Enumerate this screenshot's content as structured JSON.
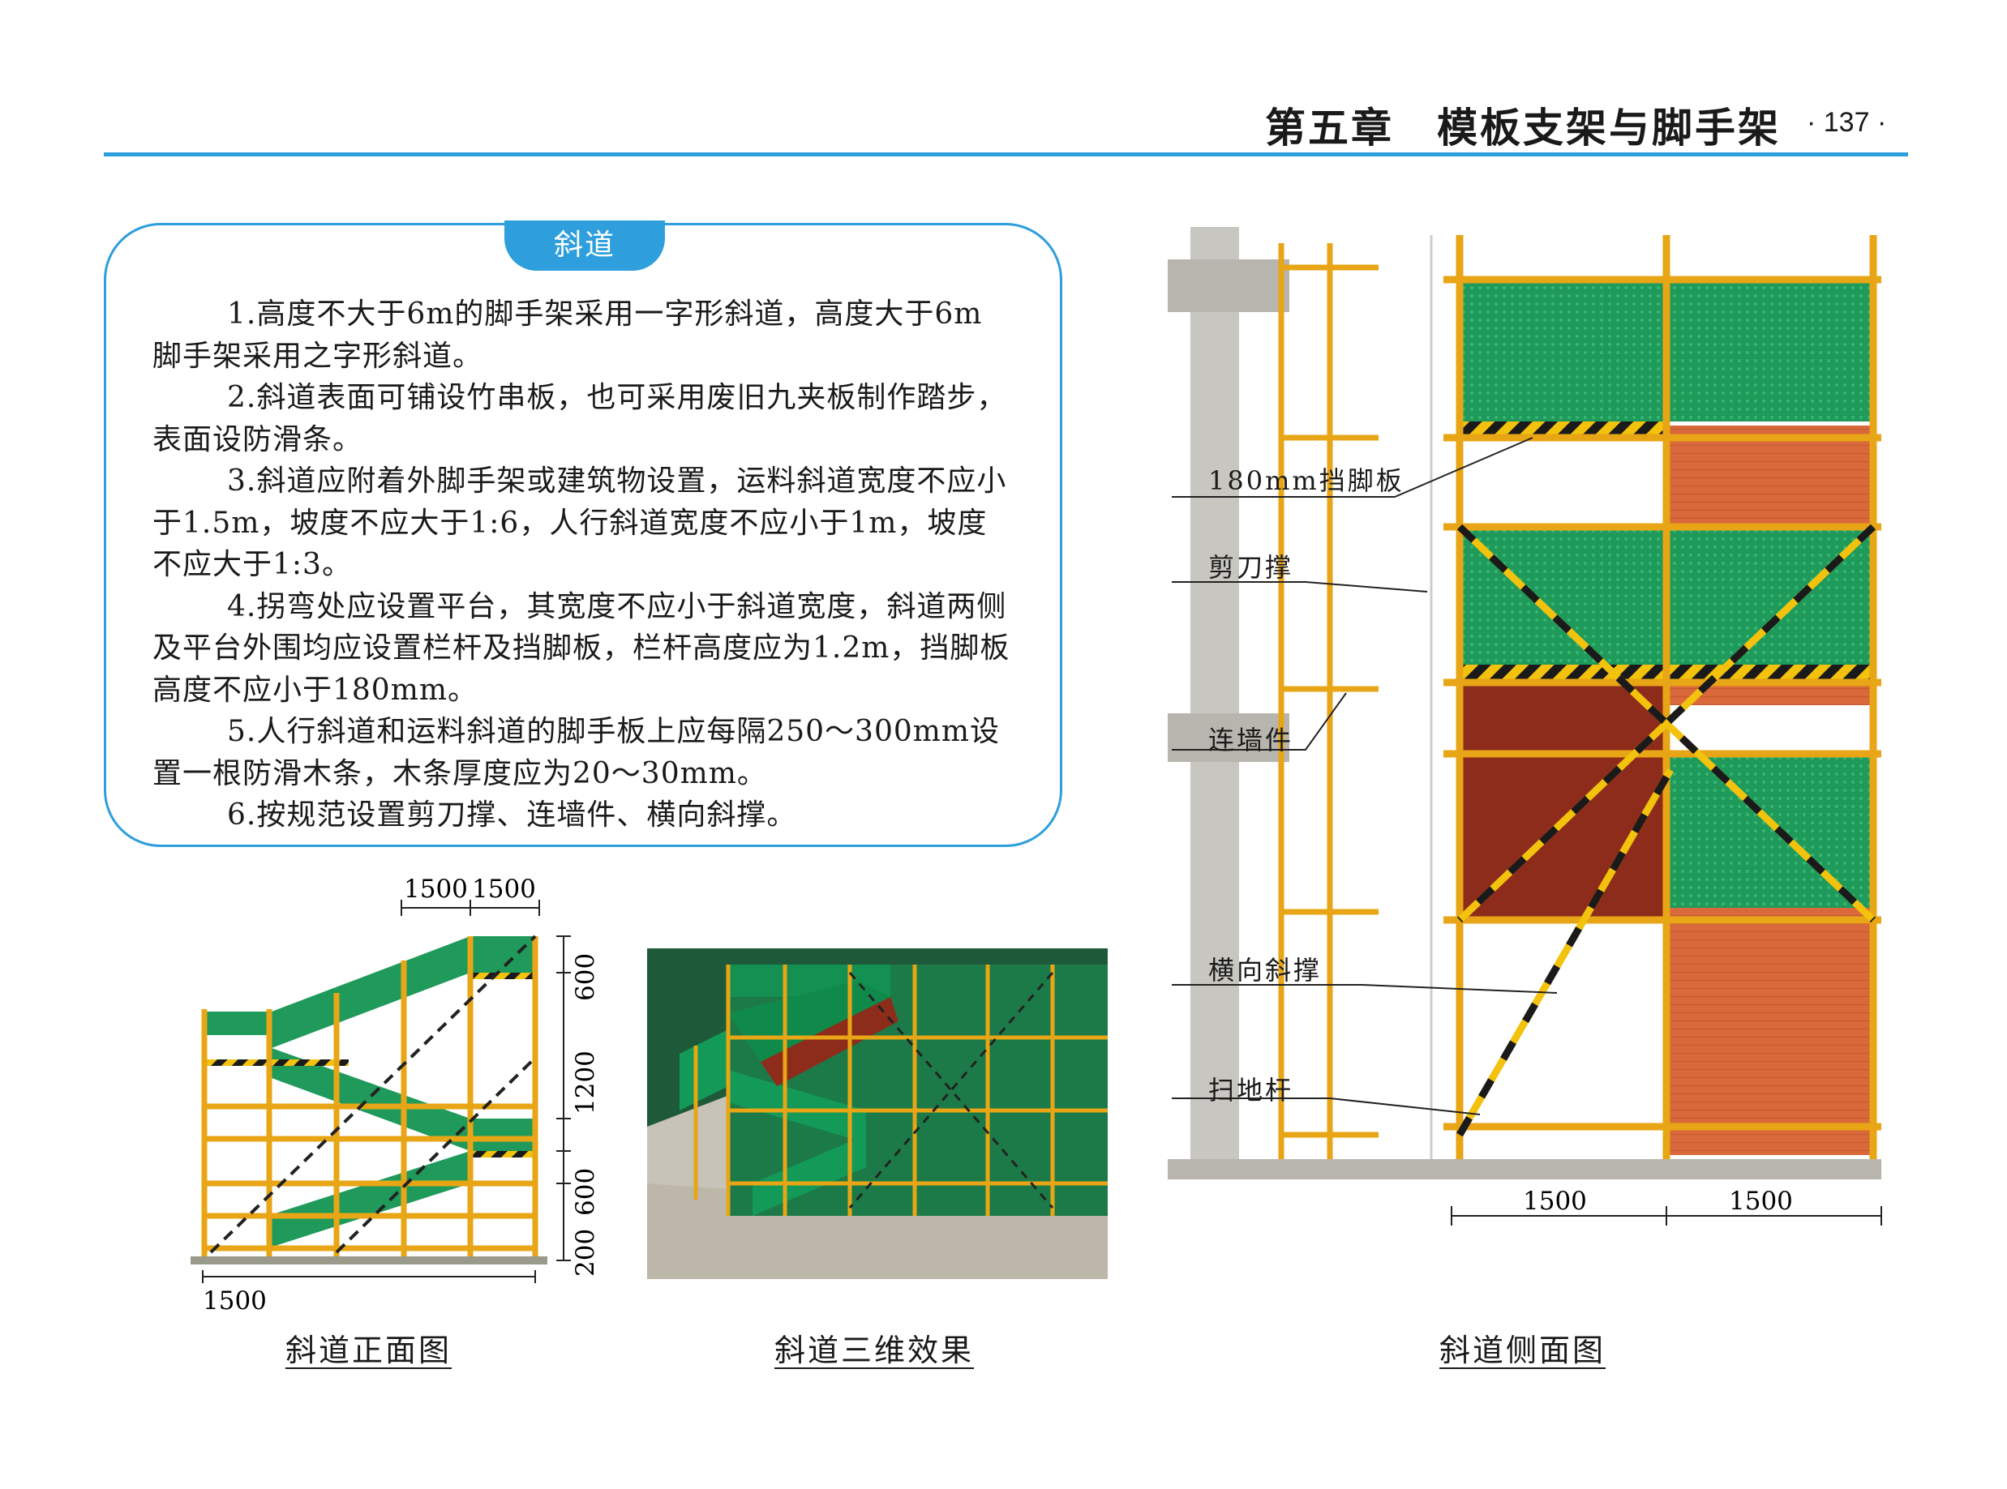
{
  "header": {
    "chapter_title": "第五章　模板支架与脚手架",
    "page_number": "· 137 ·"
  },
  "rules": {
    "title": "斜道",
    "paragraphs": [
      "1.高度不大于6m的脚手架采用一字形斜道，高度大于6m脚手架采用之字形斜道。",
      "2.斜道表面可铺设竹串板，也可采用废旧九夹板制作踏步，表面设防滑条。",
      "3.斜道应附着外脚手架或建筑物设置，运料斜道宽度不应小于1.5m，坡度不应大于1:6，人行斜道宽度不应小于1m，坡度不应大于1:3。",
      "4.拐弯处应设置平台，其宽度不应小于斜道宽度，斜道两侧及平台外围均应设置栏杆及挡脚板，栏杆高度应为1.2m，挡脚板高度不应小于180mm。",
      "5.人行斜道和运料斜道的脚手板上应每隔250～300mm设置一根防滑木条，木条厚度应为20～30mm。",
      "6.按规范设置剪刀撑、连墙件、横向斜撑。"
    ]
  },
  "front_view": {
    "caption": "斜道正面图",
    "top_dims": [
      "1500",
      "1500"
    ],
    "bottom_dim": "1500",
    "right_dims": [
      "600",
      "1200",
      "600",
      "200"
    ]
  },
  "view_3d": {
    "caption": "斜道三维效果"
  },
  "side_view": {
    "caption": "斜道侧面图",
    "labels": {
      "toe_board": "180mm挡脚板",
      "scissor_brace": "剪刀撑",
      "wall_tie": "连墙件",
      "transverse_brace": "横向斜撑",
      "sweep_pole": "扫地杆"
    },
    "bottom_dims": [
      "1500",
      "1500"
    ]
  },
  "colors": {
    "accent_blue": "#2e9fdc",
    "scaffold_yellow": "#f2b21a",
    "mesh_green": "#1f9a5a",
    "brick_orange": "#d9683a",
    "dark_red": "#8e2c1c",
    "concrete_grey": "#c8c6c0"
  }
}
